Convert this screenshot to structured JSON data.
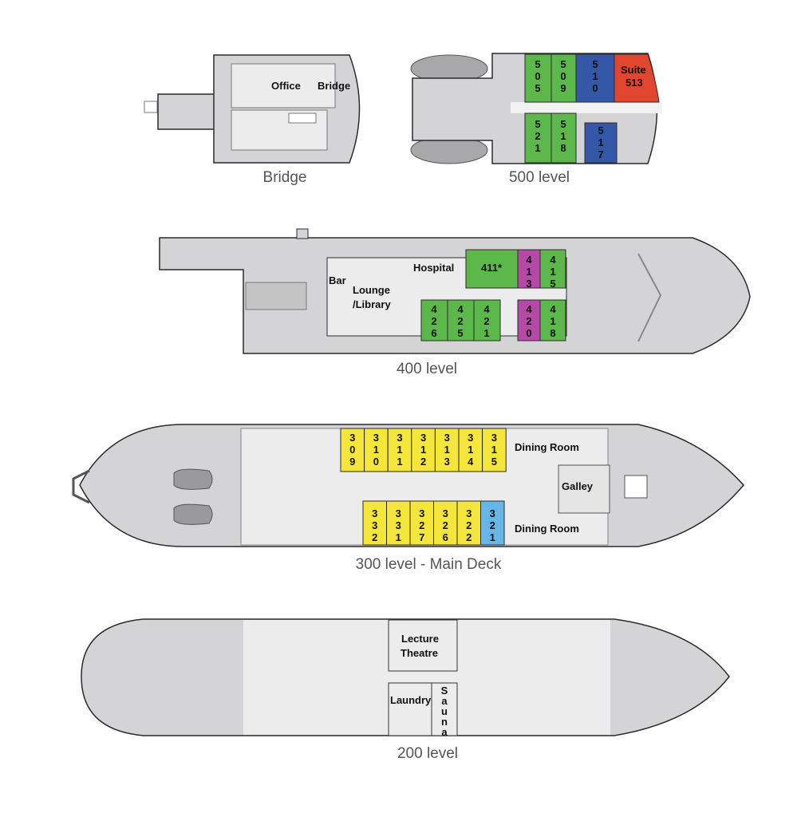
{
  "decks": {
    "bridge": {
      "name": "Bridge",
      "rooms": {
        "office": "Office",
        "bridge": "Bridge"
      }
    },
    "level500": {
      "name": "500 level",
      "cabins": [
        {
          "number": "505",
          "color": "#5cb84a"
        },
        {
          "number": "509",
          "color": "#5cb84a"
        },
        {
          "number": "510",
          "color": "#3557a8"
        },
        {
          "number": "521",
          "color": "#5cb84a"
        },
        {
          "number": "518",
          "color": "#5cb84a"
        },
        {
          "number": "517",
          "color": "#3557a8"
        }
      ],
      "suite": {
        "line1": "Suite",
        "line2": "513",
        "color": "#e2462e"
      }
    },
    "level400": {
      "name": "400 level",
      "rooms": {
        "bar": "Bar",
        "lounge_line1": "Lounge",
        "lounge_line2": "/Library",
        "hospital": "Hospital"
      },
      "cabins": [
        {
          "number": "411*",
          "color": "#5cb84a"
        },
        {
          "number": "413",
          "color": "#b648a8"
        },
        {
          "number": "415",
          "color": "#5cb84a"
        },
        {
          "number": "426",
          "color": "#5cb84a"
        },
        {
          "number": "425",
          "color": "#5cb84a"
        },
        {
          "number": "421",
          "color": "#5cb84a"
        },
        {
          "number": "420",
          "color": "#b648a8"
        },
        {
          "number": "418",
          "color": "#5cb84a"
        }
      ]
    },
    "level300": {
      "name": "300 level - Main Deck",
      "rooms": {
        "dining_top": "Dining Room",
        "galley": "Galley",
        "dining_bottom": "Dining Room"
      },
      "cabins_top": [
        {
          "number": "309",
          "color": "#f5e63c"
        },
        {
          "number": "310",
          "color": "#f5e63c"
        },
        {
          "number": "311",
          "color": "#f5e63c"
        },
        {
          "number": "312",
          "color": "#f5e63c"
        },
        {
          "number": "313",
          "color": "#f5e63c"
        },
        {
          "number": "314",
          "color": "#f5e63c"
        },
        {
          "number": "315",
          "color": "#f5e63c"
        }
      ],
      "cabins_bottom": [
        {
          "number": "332",
          "color": "#f5e63c"
        },
        {
          "number": "331",
          "color": "#f5e63c"
        },
        {
          "number": "327",
          "color": "#f5e63c"
        },
        {
          "number": "326",
          "color": "#f5e63c"
        },
        {
          "number": "322",
          "color": "#f5e63c"
        },
        {
          "number": "321",
          "color": "#66b7e8"
        }
      ]
    },
    "level200": {
      "name": "200 level",
      "rooms": {
        "lecture_line1": "Lecture",
        "lecture_line2": "Theatre",
        "laundry": "Laundry",
        "sauna": "Sauna"
      }
    }
  },
  "colors": {
    "hull": "#d4d4d6",
    "interior": "#ececec",
    "outline": "#2b2b2b"
  }
}
